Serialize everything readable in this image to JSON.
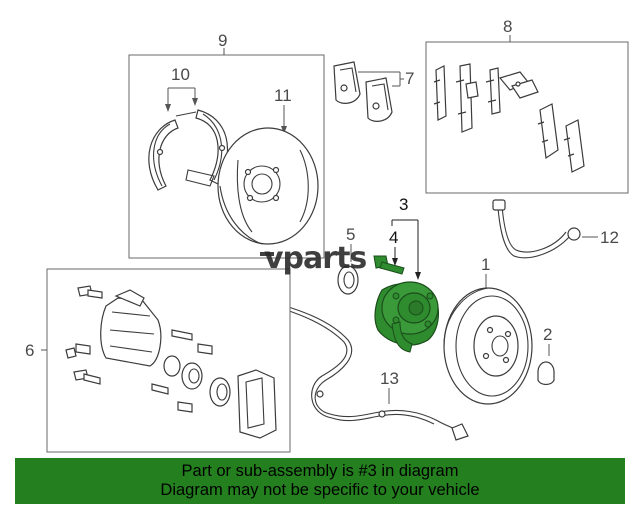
{
  "callouts": {
    "c1": "1",
    "c2": "2",
    "c3": "3",
    "c4": "4",
    "c5": "5",
    "c6": "6",
    "c7": "7",
    "c8": "8",
    "c9": "9",
    "c10": "10",
    "c11": "11",
    "c12": "12",
    "c13": "13"
  },
  "watermark": "vparts",
  "highlight_color": "#2e8b2e",
  "banner_color": "#24801f",
  "banner": {
    "line1": "Part or sub-assembly is #3 in diagram",
    "line2": "Diagram may not be specific to your vehicle"
  }
}
